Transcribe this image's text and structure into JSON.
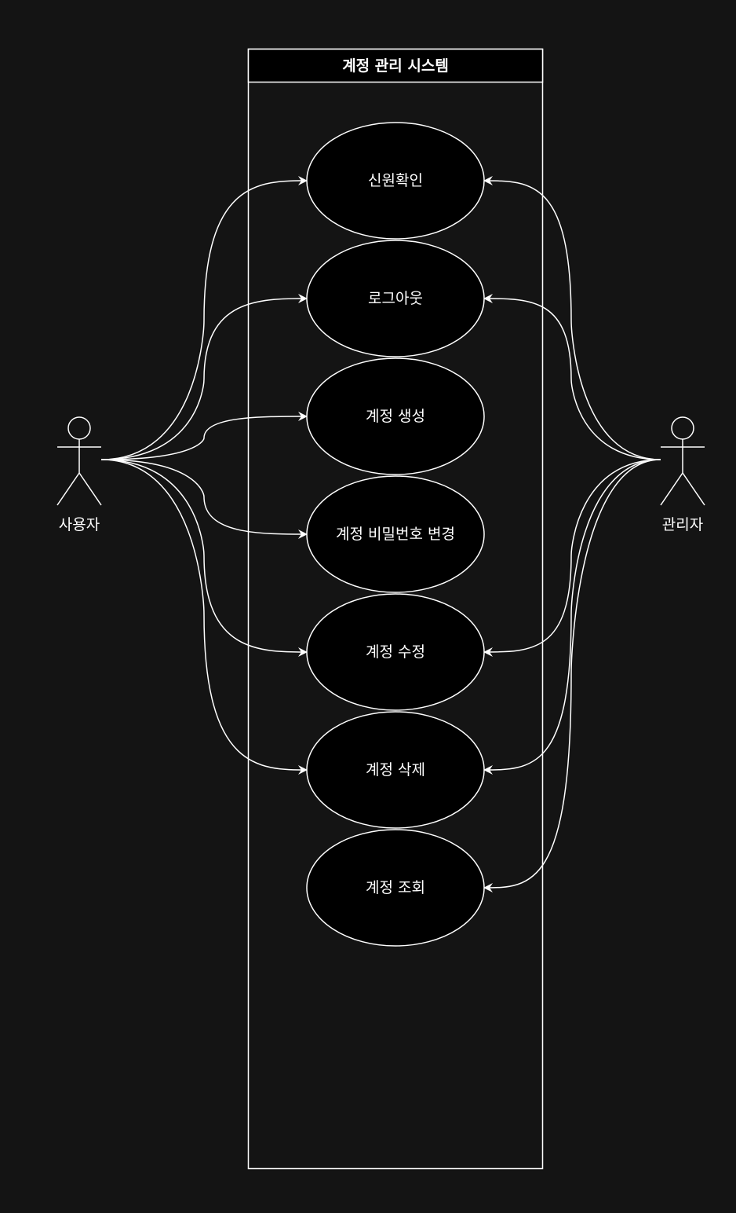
{
  "system": {
    "title": "계정 관리 시스템"
  },
  "actors": {
    "user": {
      "label": "사용자"
    },
    "admin": {
      "label": "관리자"
    }
  },
  "use_cases": [
    {
      "id": "uc1",
      "label": "신원확인"
    },
    {
      "id": "uc2",
      "label": "로그아웃"
    },
    {
      "id": "uc3",
      "label": "계정 생성"
    },
    {
      "id": "uc4",
      "label": "계정 비밀번호 변경"
    },
    {
      "id": "uc5",
      "label": "계정 수정"
    },
    {
      "id": "uc6",
      "label": "계정 삭제"
    },
    {
      "id": "uc7",
      "label": "계정 조회"
    }
  ],
  "associations": {
    "user": [
      "uc1",
      "uc2",
      "uc3",
      "uc4",
      "uc5",
      "uc6"
    ],
    "admin": [
      "uc1",
      "uc2",
      "uc5",
      "uc6",
      "uc7"
    ]
  },
  "colors": {
    "background": "#141414",
    "stroke": "#ffffff",
    "fill": "#000000",
    "text": "#ffffff"
  },
  "icons": {
    "actor": "stick-figure-icon",
    "arrow": "arrowhead-icon"
  }
}
